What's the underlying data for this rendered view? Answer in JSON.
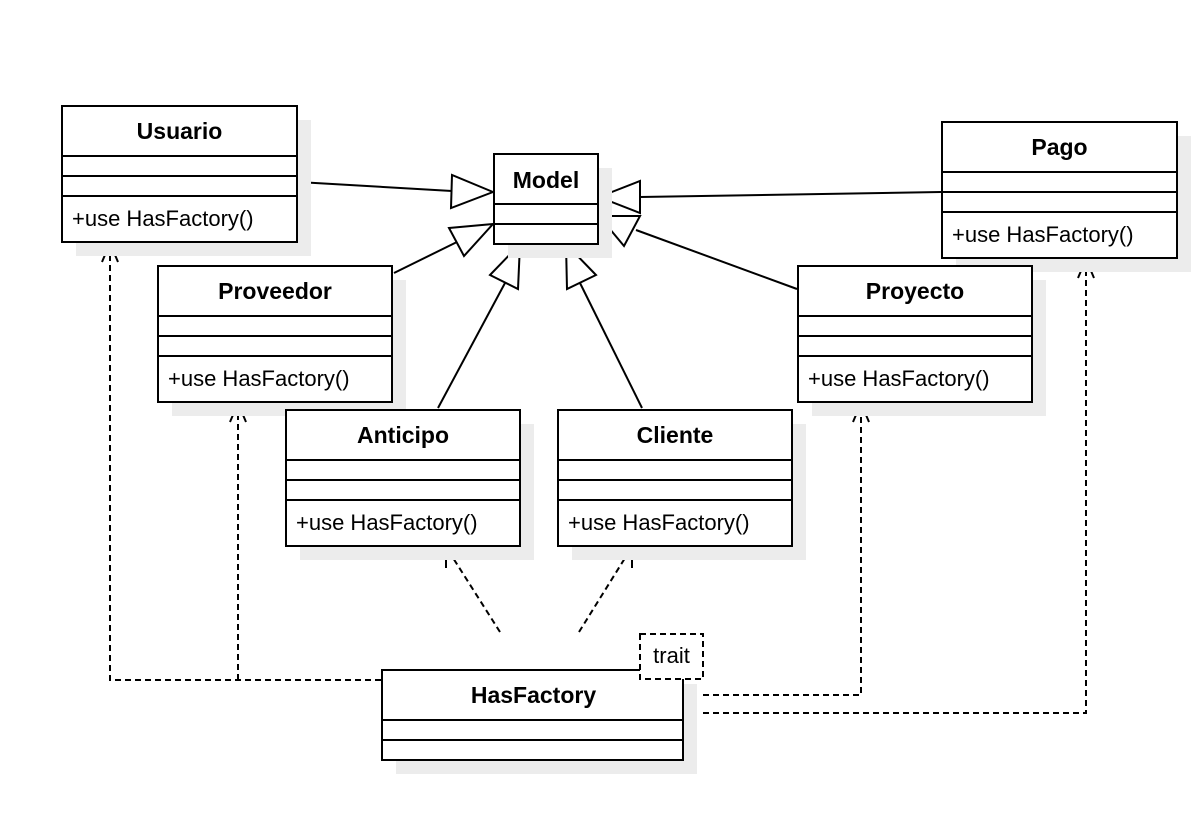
{
  "diagram": {
    "classes": {
      "usuario": {
        "name": "Usuario",
        "member": "+use HasFactory()"
      },
      "model": {
        "name": "Model"
      },
      "pago": {
        "name": "Pago",
        "member": "+use HasFactory()"
      },
      "proveedor": {
        "name": "Proveedor",
        "member": "+use HasFactory()"
      },
      "proyecto": {
        "name": "Proyecto",
        "member": "+use HasFactory()"
      },
      "anticipo": {
        "name": "Anticipo",
        "member": "+use HasFactory()"
      },
      "cliente": {
        "name": "Cliente",
        "member": "+use HasFactory()"
      },
      "hasfactory": {
        "name": "HasFactory",
        "stereotype": "trait"
      }
    },
    "relations": {
      "inheritance": [
        {
          "from": "Usuario",
          "to": "Model"
        },
        {
          "from": "Pago",
          "to": "Model"
        },
        {
          "from": "Proveedor",
          "to": "Model"
        },
        {
          "from": "Proyecto",
          "to": "Model"
        },
        {
          "from": "Anticipo",
          "to": "Model"
        },
        {
          "from": "Cliente",
          "to": "Model"
        }
      ],
      "dependency": [
        {
          "from": "HasFactory",
          "to": "Usuario"
        },
        {
          "from": "HasFactory",
          "to": "Proveedor"
        },
        {
          "from": "HasFactory",
          "to": "Anticipo"
        },
        {
          "from": "HasFactory",
          "to": "Cliente"
        },
        {
          "from": "HasFactory",
          "to": "Proyecto"
        },
        {
          "from": "HasFactory",
          "to": "Pago"
        }
      ]
    }
  }
}
